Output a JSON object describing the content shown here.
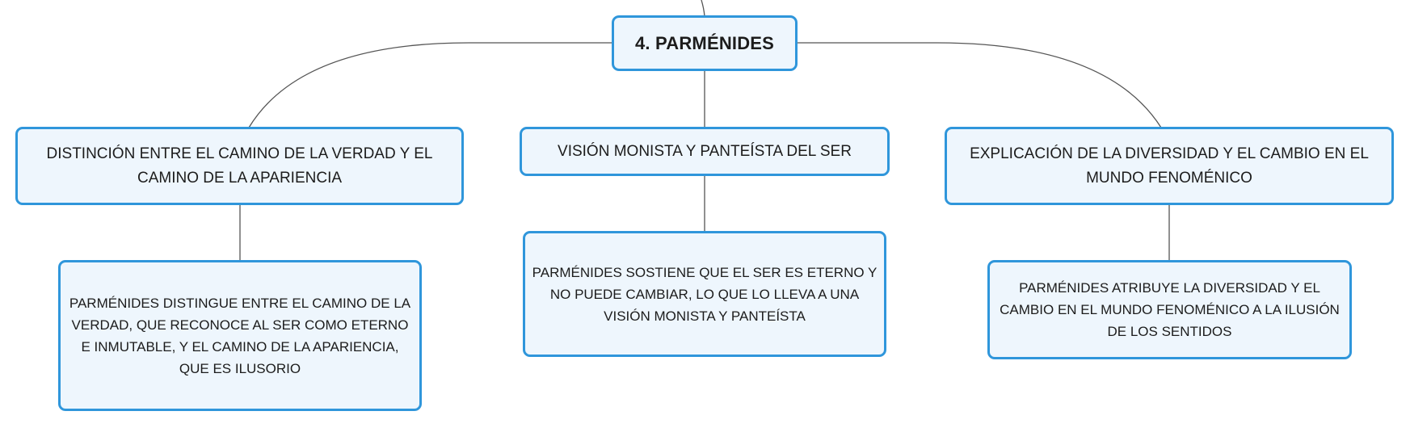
{
  "colors": {
    "node_fill": "#eef6fd",
    "node_border": "#2f96db",
    "connector": "#555555",
    "text": "#1c1c1c"
  },
  "root": {
    "label": "4. PARMÉNIDES"
  },
  "branches": [
    {
      "topic": "DISTINCIÓN ENTRE EL CAMINO DE LA VERDAD Y EL CAMINO DE LA APARIENCIA",
      "detail": "PARMÉNIDES DISTINGUE ENTRE EL CAMINO DE LA VERDAD, QUE RECONOCE AL SER COMO ETERNO E INMUTABLE, Y EL CAMINO DE LA APARIENCIA, QUE ES ILUSORIO"
    },
    {
      "topic": "VISIÓN MONISTA Y PANTEÍSTA DEL SER",
      "detail": "PARMÉNIDES SOSTIENE QUE EL SER ES ETERNO Y NO PUEDE CAMBIAR, LO QUE LO LLEVA A UNA VISIÓN MONISTA Y PANTEÍSTA"
    },
    {
      "topic": "EXPLICACIÓN DE LA DIVERSIDAD Y EL CAMBIO EN EL MUNDO FENOMÉNICO",
      "detail": "PARMÉNIDES ATRIBUYE LA DIVERSIDAD Y EL CAMBIO EN EL MUNDO FENOMÉNICO A LA ILUSIÓN DE LOS SENTIDOS"
    }
  ]
}
